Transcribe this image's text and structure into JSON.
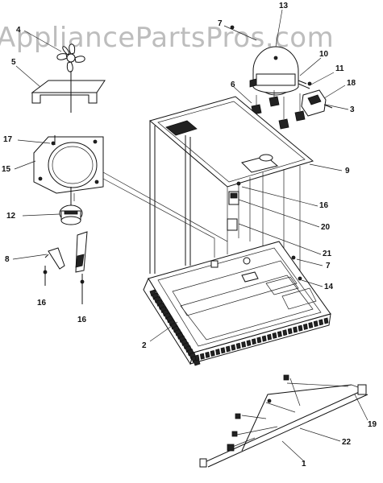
{
  "watermark": "AppliancePartsPros.com",
  "callouts": [
    {
      "id": "c13",
      "text": "13"
    },
    {
      "id": "c7a",
      "text": "7"
    },
    {
      "id": "c4",
      "text": "4"
    },
    {
      "id": "c5",
      "text": "5"
    },
    {
      "id": "c6",
      "text": "6"
    },
    {
      "id": "c10",
      "text": "10"
    },
    {
      "id": "c11",
      "text": "11"
    },
    {
      "id": "c18",
      "text": "18"
    },
    {
      "id": "c3",
      "text": "3"
    },
    {
      "id": "c17",
      "text": "17"
    },
    {
      "id": "c15",
      "text": "15"
    },
    {
      "id": "c9",
      "text": "9"
    },
    {
      "id": "c16a",
      "text": "16"
    },
    {
      "id": "c12",
      "text": "12"
    },
    {
      "id": "c20",
      "text": "20"
    },
    {
      "id": "c21",
      "text": "21"
    },
    {
      "id": "c8",
      "text": "8"
    },
    {
      "id": "c7b",
      "text": "7"
    },
    {
      "id": "c14",
      "text": "14"
    },
    {
      "id": "c16b",
      "text": "16"
    },
    {
      "id": "c16c",
      "text": "16"
    },
    {
      "id": "c2",
      "text": "2"
    },
    {
      "id": "c19",
      "text": "19"
    },
    {
      "id": "c22",
      "text": "22"
    },
    {
      "id": "c1",
      "text": "1"
    }
  ]
}
